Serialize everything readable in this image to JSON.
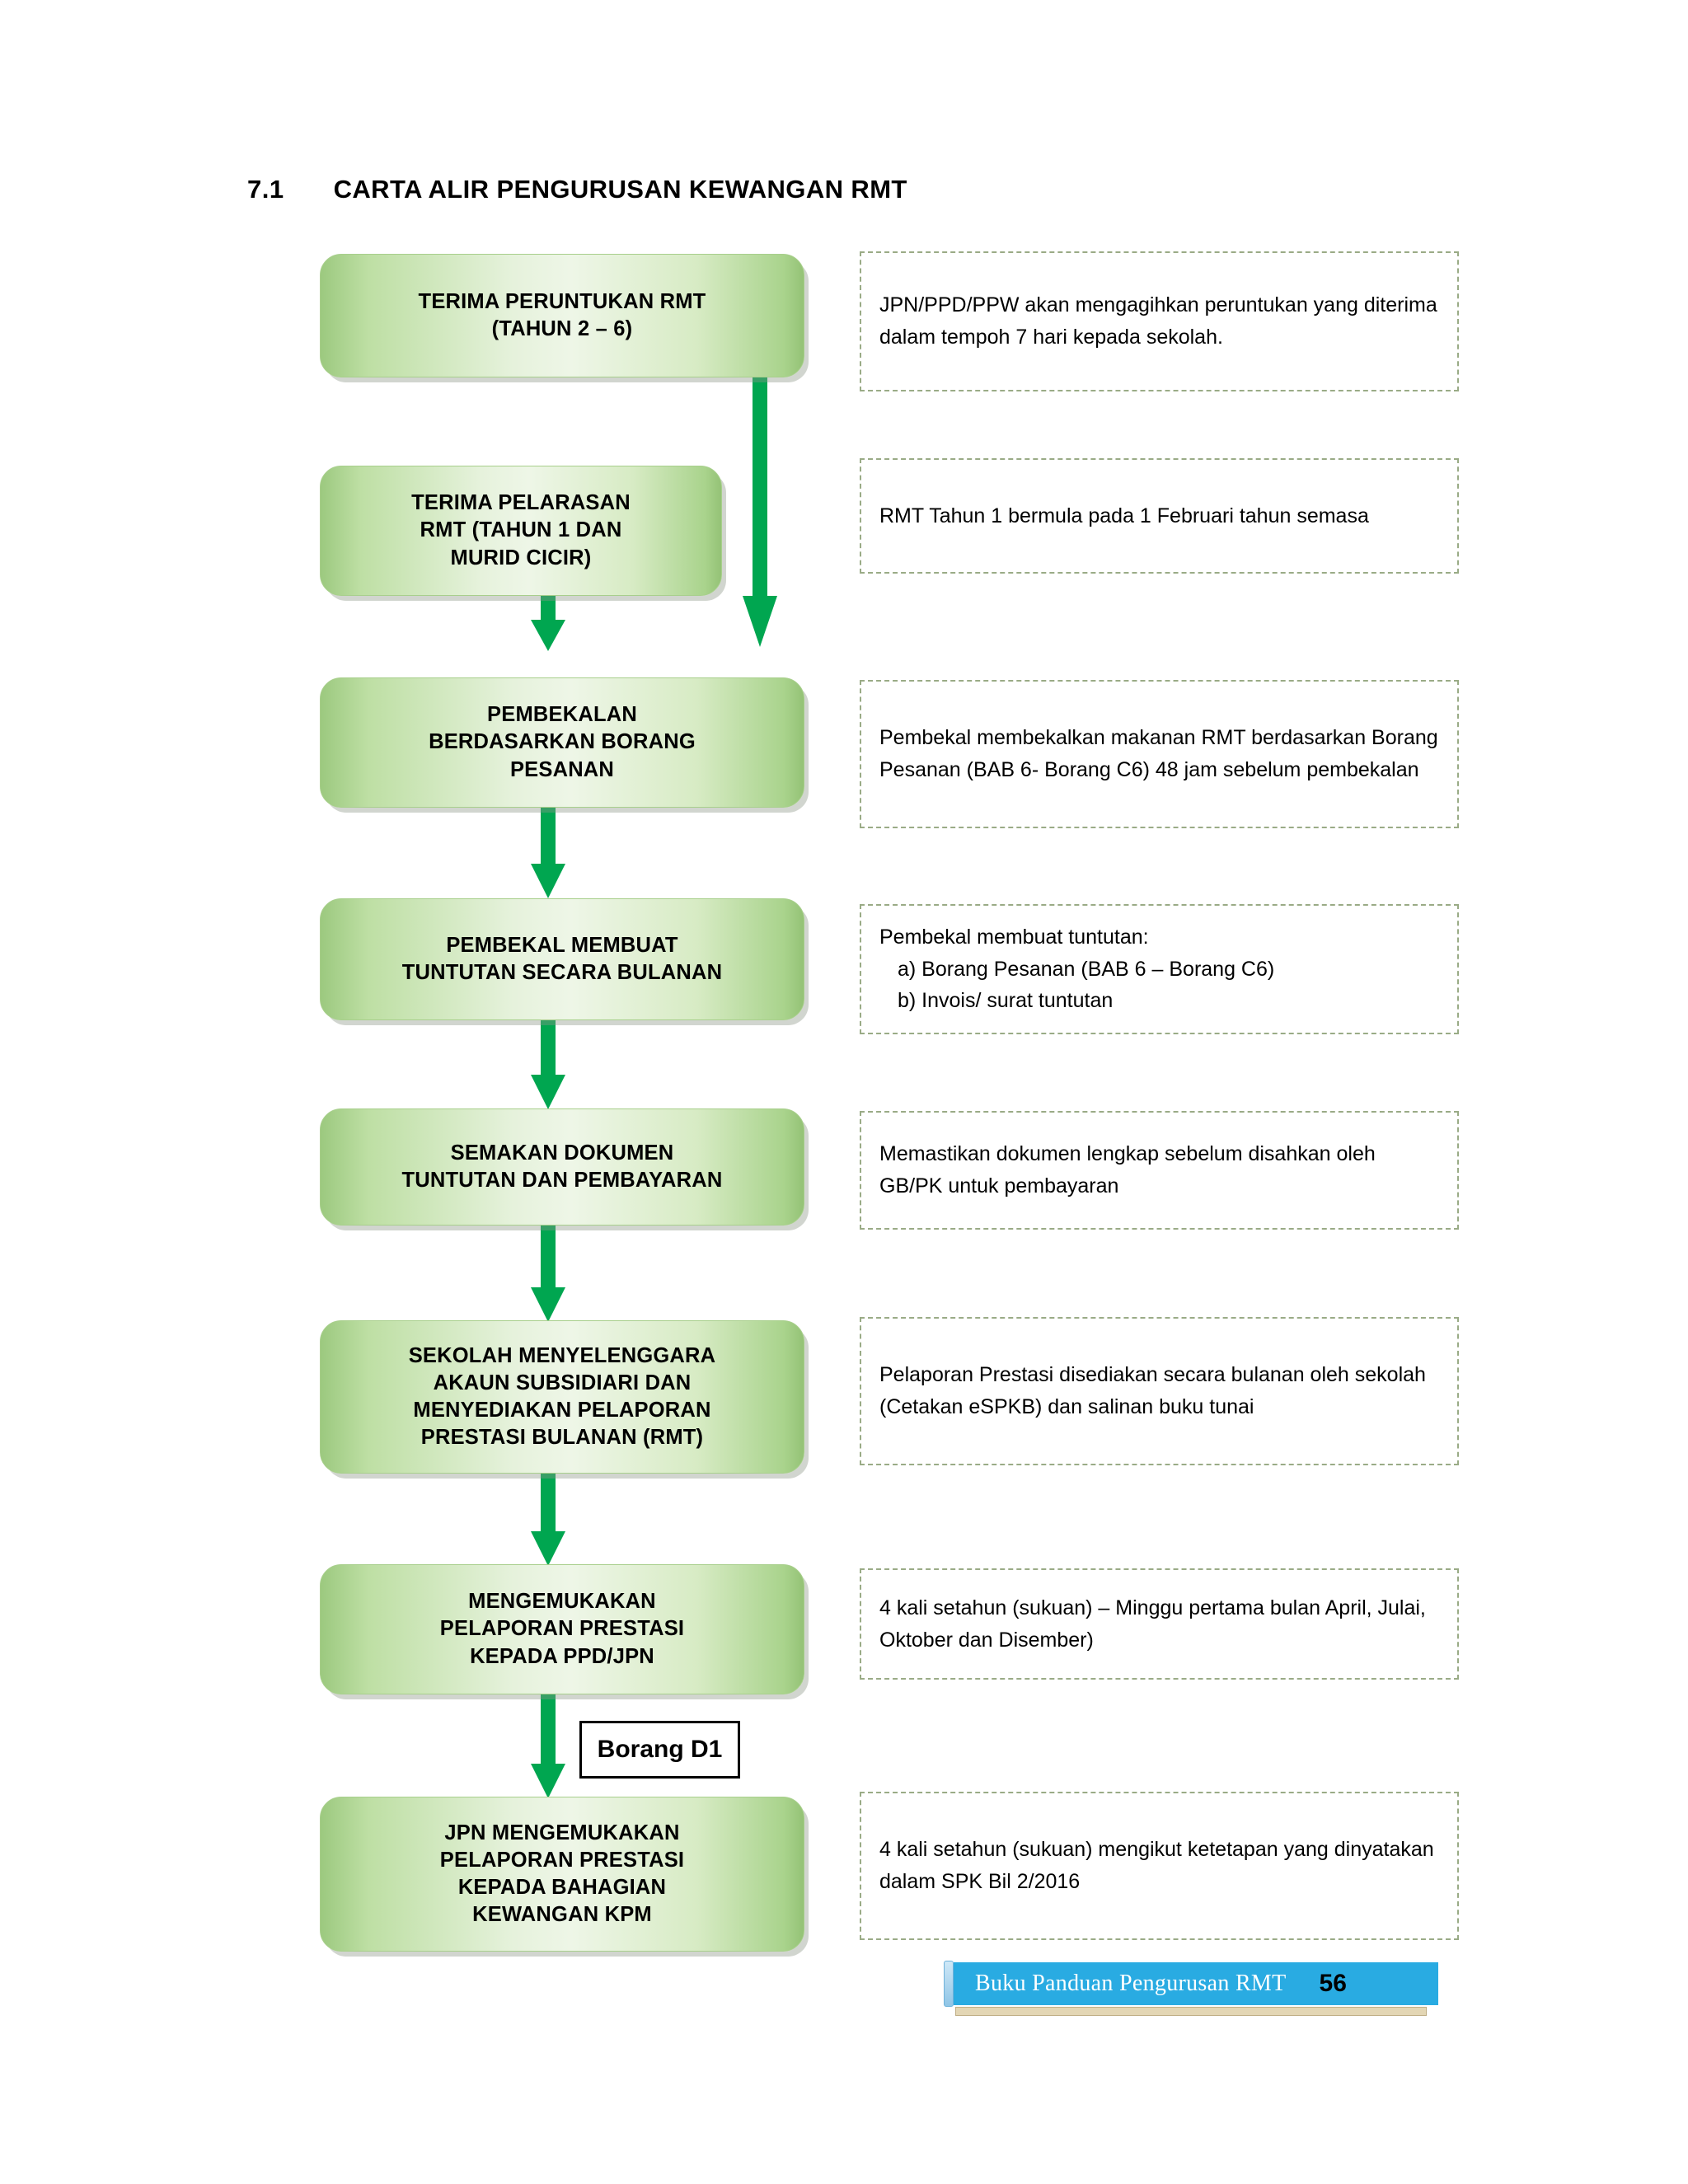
{
  "heading": {
    "number": "7.1",
    "title": "CARTA ALIR PENGURUSAN KEWANGAN RMT"
  },
  "flowchart": {
    "steps": [
      {
        "id": "terima-peruntukan",
        "line1": "TERIMA PERUNTUKAN RMT",
        "line2": "(TAHUN 2 – 6)"
      },
      {
        "id": "terima-pelarasan",
        "line1": "TERIMA PELARASAN",
        "line2": "RMT (TAHUN 1 DAN",
        "line3": "MURID CICIR)"
      },
      {
        "id": "pembekalan",
        "line1": "PEMBEKALAN",
        "line2": "BERDASARKAN BORANG",
        "line3": "PESANAN"
      },
      {
        "id": "pembekal-tuntutan",
        "line1": "PEMBEKAL MEMBUAT",
        "line2": "TUNTUTAN SECARA BULANAN"
      },
      {
        "id": "semakan-dokumen",
        "line1": "SEMAKAN DOKUMEN",
        "line2": "TUNTUTAN DAN PEMBAYARAN"
      },
      {
        "id": "sekolah-menyelenggara",
        "line1": "SEKOLAH MENYELENGGARA",
        "line2": "AKAUN SUBSIDIARI DAN",
        "line3": "MENYEDIAKAN PELAPORAN",
        "line4": "PRESTASI BULANAN (RMT)"
      },
      {
        "id": "mengemukakan-ppd-jpn",
        "line1": "MENGEMUKAKAN",
        "line2": "PELAPORAN PRESTASI",
        "line3": "KEPADA PPD/JPN"
      },
      {
        "id": "jpn-mengemukakan",
        "line1": "JPN MENGEMUKAKAN",
        "line2": "PELAPORAN PRESTASI",
        "line3": "KEPADA BAHAGIAN",
        "line4": "KEWANGAN KPM"
      }
    ],
    "connector_tag": "Borang D1",
    "arrow_color": "#00a650"
  },
  "notes": [
    {
      "id": "note-peruntukan",
      "text": "JPN/PPD/PPW akan mengagihkan peruntukan yang diterima dalam tempoh 7 hari kepada sekolah."
    },
    {
      "id": "note-pelarasan",
      "text": "RMT Tahun 1  bermula pada 1 Februari tahun semasa"
    },
    {
      "id": "note-pembekalan",
      "text": "Pembekal  membekalkan makanan RMT berdasarkan Borang Pesanan (BAB 6- Borang C6) 48 jam sebelum pembekalan"
    },
    {
      "id": "note-tuntutan",
      "intro": "Pembekal membuat tuntutan:",
      "items": [
        "a)  Borang Pesanan (BAB 6 – Borang C6)",
        "b)  Invois/ surat tuntutan"
      ]
    },
    {
      "id": "note-semakan",
      "text": "Memastikan dokumen lengkap sebelum disahkan oleh GB/PK untuk pembayaran"
    },
    {
      "id": "note-pelaporan",
      "text": "Pelaporan Prestasi disediakan secara bulanan oleh sekolah (Cetakan eSPKB) dan salinan buku tunai"
    },
    {
      "id": "note-sukuan-ppd",
      "text": "4 kali setahun (sukuan) – Minggu pertama bulan April, Julai,  Oktober dan Disember)"
    },
    {
      "id": "note-sukuan-jpn",
      "text": "4 kali setahun (sukuan) mengikut ketetapan yang dinyatakan dalam SPK Bil 2/2016"
    }
  ],
  "footer": {
    "title": "Buku Panduan Pengurusan RMT",
    "page_number": "56",
    "accent_color": "#29abe2"
  }
}
